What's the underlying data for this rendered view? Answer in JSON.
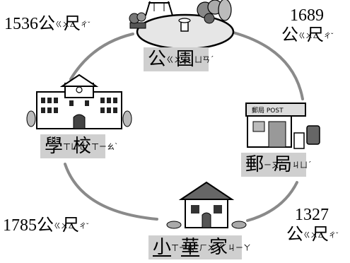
{
  "places": {
    "park": {
      "name": "公園",
      "chars": [
        "公",
        "園"
      ],
      "bpmf": [
        "ㄍㄨㄥ",
        "ㄩㄢˊ"
      ]
    },
    "school": {
      "name": "學校",
      "chars": [
        "學",
        "校"
      ],
      "bpmf": [
        "ㄒㄩㄝˊ",
        "ㄒㄧㄠˋ"
      ]
    },
    "post": {
      "name": "郵局",
      "chars": [
        "郵",
        "局"
      ],
      "bpmf": [
        "ㄧㄡˊ",
        "ㄐㄩˊ"
      ]
    },
    "home": {
      "name": "小華家",
      "chars": [
        "小",
        "華",
        "家"
      ],
      "bpmf": [
        "ㄒㄧㄠˇ",
        "ㄏㄨㄚˊ",
        "ㄐㄧㄚ"
      ]
    }
  },
  "distances": {
    "school_park": {
      "value": "1536",
      "unit": "公尺",
      "unit_chars": [
        "公",
        "尺"
      ],
      "unit_bpmf": [
        "ㄍㄨㄥ",
        "ㄔˇ"
      ]
    },
    "park_post": {
      "value": "1689",
      "unit": "公尺",
      "unit_chars": [
        "公",
        "尺"
      ],
      "unit_bpmf": [
        "ㄍㄨㄥ",
        "ㄔˇ"
      ]
    },
    "school_home": {
      "value": "1785",
      "unit": "公尺",
      "unit_chars": [
        "公",
        "尺"
      ],
      "unit_bpmf": [
        "ㄍㄨㄥ",
        "ㄔˇ"
      ]
    },
    "post_home": {
      "value": "1327",
      "unit": "公尺",
      "unit_chars": [
        "公",
        "尺"
      ],
      "unit_bpmf": [
        "ㄍㄨㄥ",
        "ㄔˇ"
      ]
    }
  },
  "signs": {
    "post_office_sign": "郵局 POST"
  },
  "colors": {
    "road": "#8a8a8a",
    "label_bg": "#cfcfcf",
    "pond": "#e6e6e6"
  }
}
